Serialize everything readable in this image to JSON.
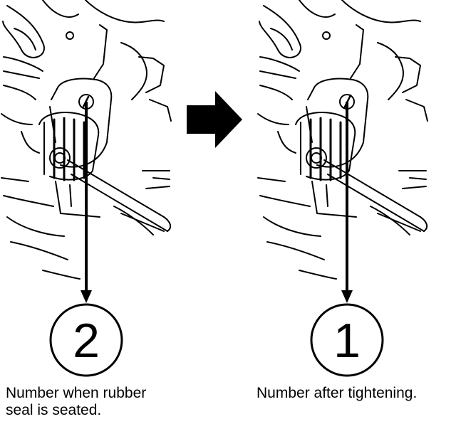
{
  "panels": [
    {
      "number": "2",
      "caption": "Number when rubber\nseal is seated."
    },
    {
      "number": "1",
      "caption": "Number after tightening."
    }
  ],
  "colors": {
    "ink": "#000000",
    "paper": "#ffffff"
  },
  "icons": {
    "transition": "arrow-right-icon"
  }
}
